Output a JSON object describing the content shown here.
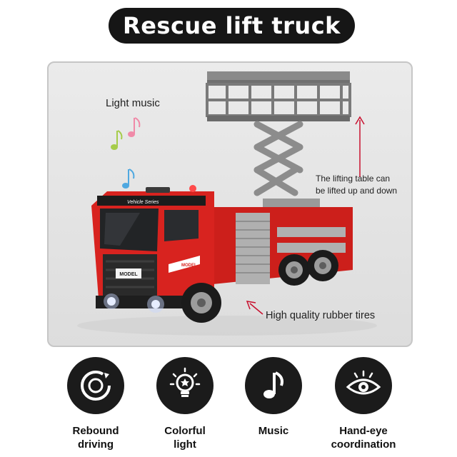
{
  "title": "Rescue lift truck",
  "callouts": {
    "light_music": "Light music",
    "lifting_line1": "The lifting table can",
    "lifting_line2": "be lifted up and down",
    "tires": "High quality rubber tires"
  },
  "truck_text": {
    "visor": "Vehicle Series",
    "grille_badge": "MODEL",
    "door_badge": "MODEL"
  },
  "features": [
    {
      "icon": "rebound-icon",
      "line1": "Rebound",
      "line2": "driving"
    },
    {
      "icon": "light-bulb-icon",
      "line1": "Colorful",
      "line2": "light"
    },
    {
      "icon": "music-note-icon",
      "line1": "Music",
      "line2": ""
    },
    {
      "icon": "eye-icon",
      "line1": "Hand-eye",
      "line2": "coordination"
    }
  ],
  "colors": {
    "pill": "#161616",
    "truck_red": "#d8231f",
    "arrow_red": "#c8102e",
    "icon_circle": "#1b1b1b"
  }
}
